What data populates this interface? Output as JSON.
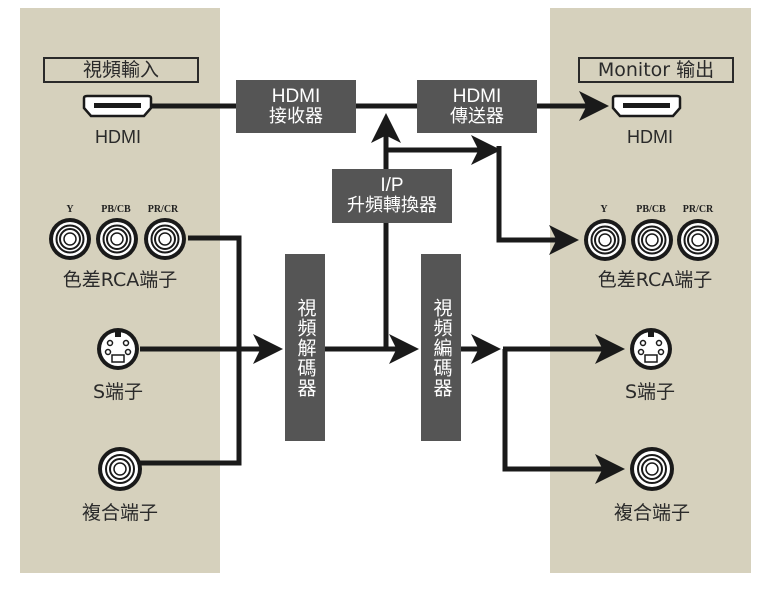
{
  "left_panel": {
    "title": "視頻輸入",
    "hdmi_label": "HDMI",
    "component": {
      "channels": [
        "Y",
        "PB/CB",
        "PR/CR"
      ],
      "label": "色差RCA端子"
    },
    "svideo_label": "S端子",
    "composite_label": "複合端子"
  },
  "right_panel": {
    "title": "Monitor 输出",
    "hdmi_label": "HDMI",
    "component": {
      "channels": [
        "Y",
        "PB/CB",
        "PR/CR"
      ],
      "label": "色差RCA端子"
    },
    "svideo_label": "S端子",
    "composite_label": "複合端子"
  },
  "blocks": {
    "hdmi_receiver": {
      "line1": "HDMI",
      "line2": "接收器"
    },
    "hdmi_transmitter": {
      "line1": "HDMI",
      "line2": "傳送器"
    },
    "ip_converter": {
      "line1": "I/P",
      "line2": "升頻轉換器"
    },
    "video_decoder": {
      "label": "視頻解碼器"
    },
    "video_encoder": {
      "label": "視頻編碼器"
    }
  },
  "colors": {
    "panel": "#d6d1bd",
    "block": "#555555",
    "wire": "#1a1a1a",
    "text": "#2a2a2a"
  }
}
